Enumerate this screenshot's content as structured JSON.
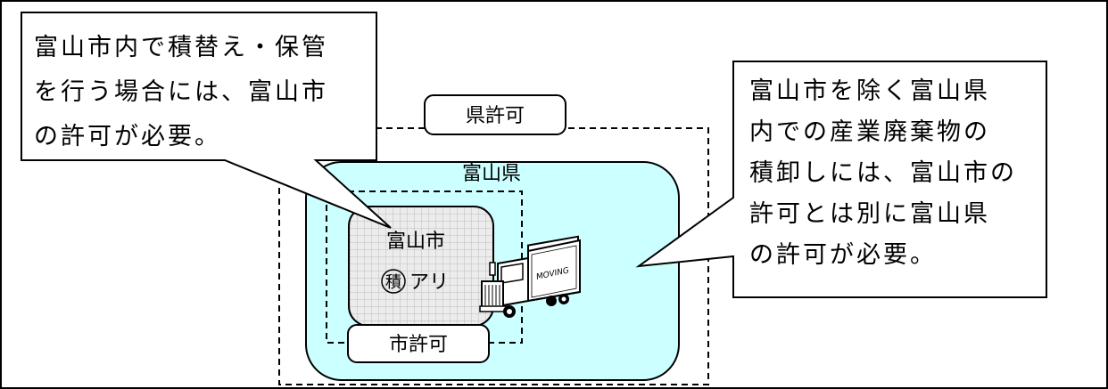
{
  "callout_left": {
    "lines": [
      "富山市内で積替え・保管",
      "を行う場合には、富山市",
      "の許可が必要。"
    ]
  },
  "callout_right": {
    "lines": [
      "富山市を除く富山県",
      "内での産業廃棄物の",
      "積卸しには、富山市の",
      "許可とは別に富山県",
      "の許可が必要。"
    ]
  },
  "labels": {
    "prefecture_permit": "県許可",
    "prefecture": "富山県",
    "city": "富山市",
    "storage_mark": "積",
    "storage_text": "アリ",
    "city_permit": "市許可"
  },
  "truck": {
    "cargo_text": "MOVING"
  },
  "colors": {
    "prefecture_fill": "#ccffff",
    "city_fill": "#e8e8e8",
    "city_grid": "#bfbfbf",
    "truck_fill": "#ffffff"
  }
}
